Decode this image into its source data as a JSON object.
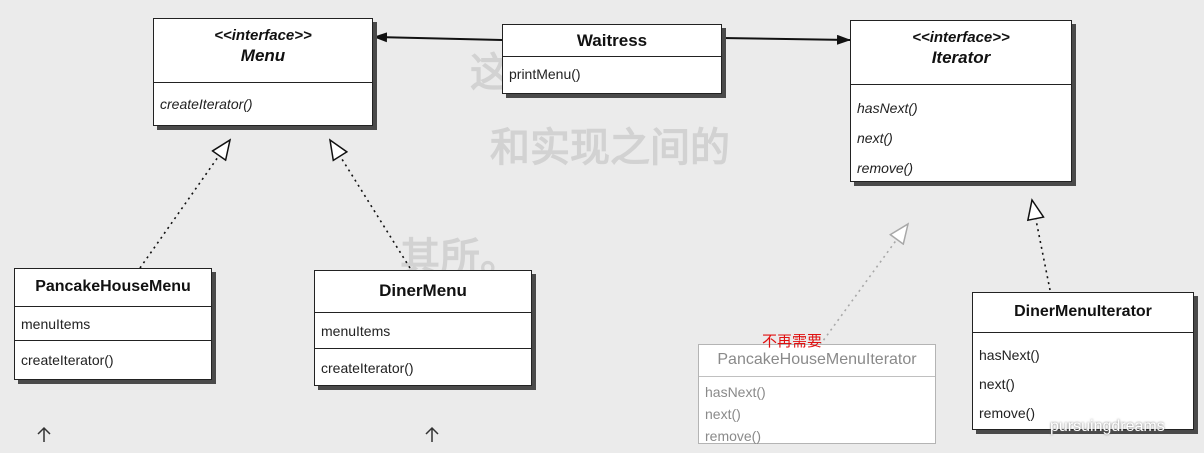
{
  "boxes": {
    "menu": {
      "stereotype": "<<interface>>",
      "name": "Menu",
      "ops": [
        "createIterator()"
      ]
    },
    "waitress": {
      "name": "Waitress",
      "ops": [
        "printMenu()"
      ]
    },
    "iterator": {
      "stereotype": "<<interface>>",
      "name": "Iterator",
      "ops": [
        "hasNext()",
        "next()",
        "remove()"
      ]
    },
    "pancake_menu": {
      "name": "PancakeHouseMenu",
      "fields": [
        "menuItems"
      ],
      "ops": [
        "createIterator()"
      ]
    },
    "diner_menu": {
      "name": "DinerMenu",
      "fields": [
        "menuItems"
      ],
      "ops": [
        "createIterator()"
      ]
    },
    "pancake_iterator": {
      "name": "PancakeHouseMenuIterator",
      "ops": [
        "hasNext()",
        "next()",
        "remove()"
      ]
    },
    "diner_iterator": {
      "name": "DinerMenuIterator",
      "ops": [
        "hasNext()",
        "next()",
        "remove()"
      ]
    }
  },
  "annotation": "不再需要",
  "watermark": "pursuingdreams",
  "colors": {
    "annotation": "#e01010",
    "faded": "#8a8a8a",
    "line": "#222222"
  }
}
